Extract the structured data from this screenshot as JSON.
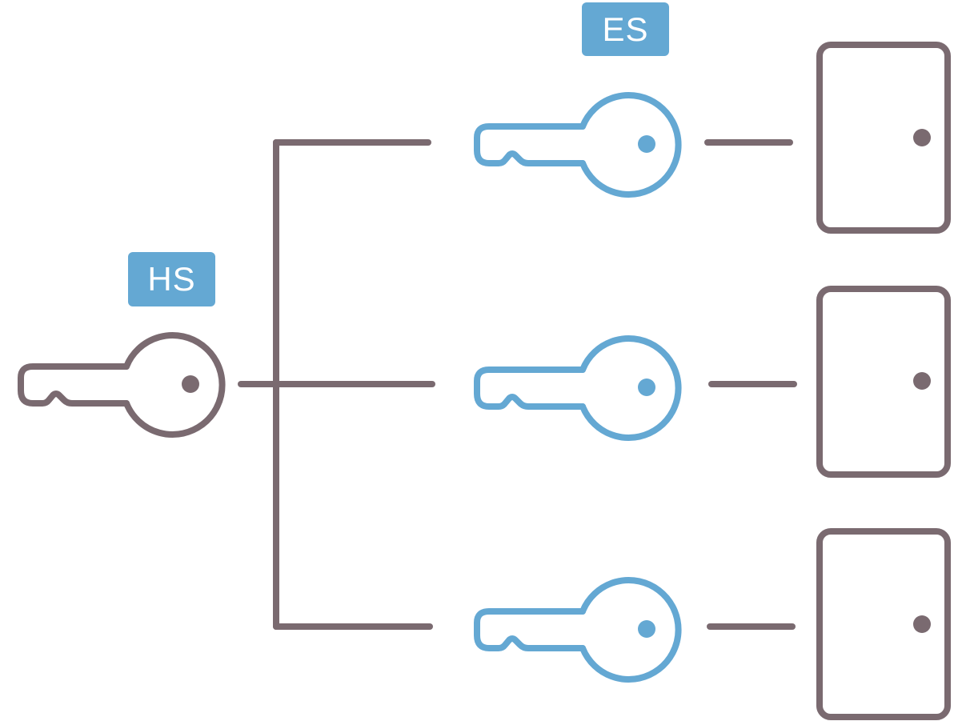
{
  "colors": {
    "master": "#7a6a70",
    "derived": "#64a8d3",
    "badge_bg": "#64a8d3",
    "badge_text": "#ffffff"
  },
  "labels": {
    "master_key_label": "HS",
    "derived_key_label": "ES"
  },
  "structure": {
    "master_key": {
      "icon": "key-icon",
      "label": "HS"
    },
    "derived_keys": [
      {
        "icon": "key-icon"
      },
      {
        "icon": "key-icon"
      },
      {
        "icon": "key-icon"
      }
    ],
    "doors": [
      {
        "icon": "door-icon"
      },
      {
        "icon": "door-icon"
      },
      {
        "icon": "door-icon"
      }
    ]
  }
}
